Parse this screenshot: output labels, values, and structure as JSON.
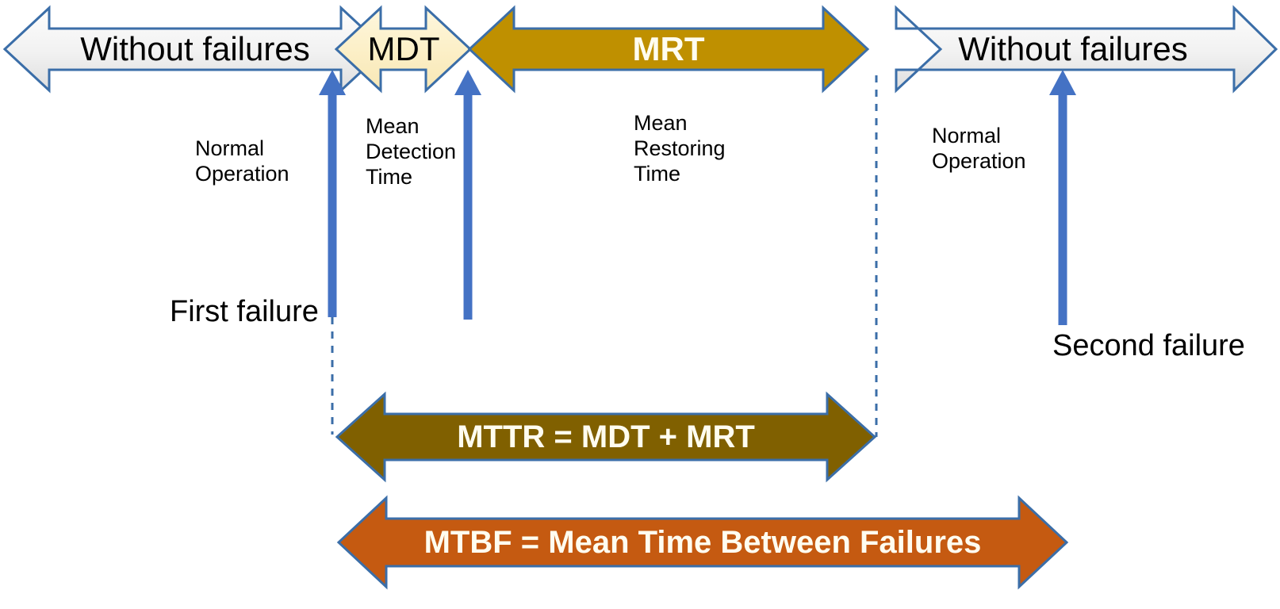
{
  "diagram": {
    "title": "MTBF / MTTR reliability timeline",
    "colors": {
      "outline_blue": "#3B6EA8",
      "gray_fill_light": "#FAFAFA",
      "gray_fill_dark": "#E4E4E4",
      "mdt_fill": "#FDF2CC",
      "mrt_fill": "#BF9000",
      "mttr_fill": "#806000",
      "mtbf_fill": "#C55A11",
      "blue_arrow": "#4472C4",
      "dashed_line": "#3B6EA8",
      "text_dark": "#000000",
      "text_light": "#FFFDF0"
    },
    "timeline_arrows": [
      {
        "id": "without-failures-left",
        "label": "Without failures",
        "fill": "gray",
        "heads": "left"
      },
      {
        "id": "mdt",
        "label": "MDT",
        "fill": "cream",
        "heads": "both"
      },
      {
        "id": "mrt",
        "label": "MRT",
        "fill": "gold",
        "heads": "both"
      },
      {
        "id": "without-failures-right",
        "label": "Without failures",
        "fill": "gray",
        "heads": "right"
      }
    ],
    "summary_arrows": [
      {
        "id": "mttr",
        "label": "MTTR = MDT + MRT",
        "fill": "olive"
      },
      {
        "id": "mtbf",
        "label": "MTBF = Mean Time Between Failures",
        "fill": "orange"
      }
    ],
    "notes": [
      {
        "id": "note-normal-operation-left",
        "text": "Normal\nOperation"
      },
      {
        "id": "note-mean-detection-time",
        "text": "Mean\nDetection\nTime"
      },
      {
        "id": "note-mean-restoring-time",
        "text": "Mean\nRestoring\nTime"
      },
      {
        "id": "note-normal-operation-right",
        "text": "Normal\nOperation"
      }
    ],
    "failure_markers": [
      {
        "id": "first-failure",
        "label": "First failure"
      },
      {
        "id": "second-failure",
        "label": "Second failure"
      }
    ]
  }
}
